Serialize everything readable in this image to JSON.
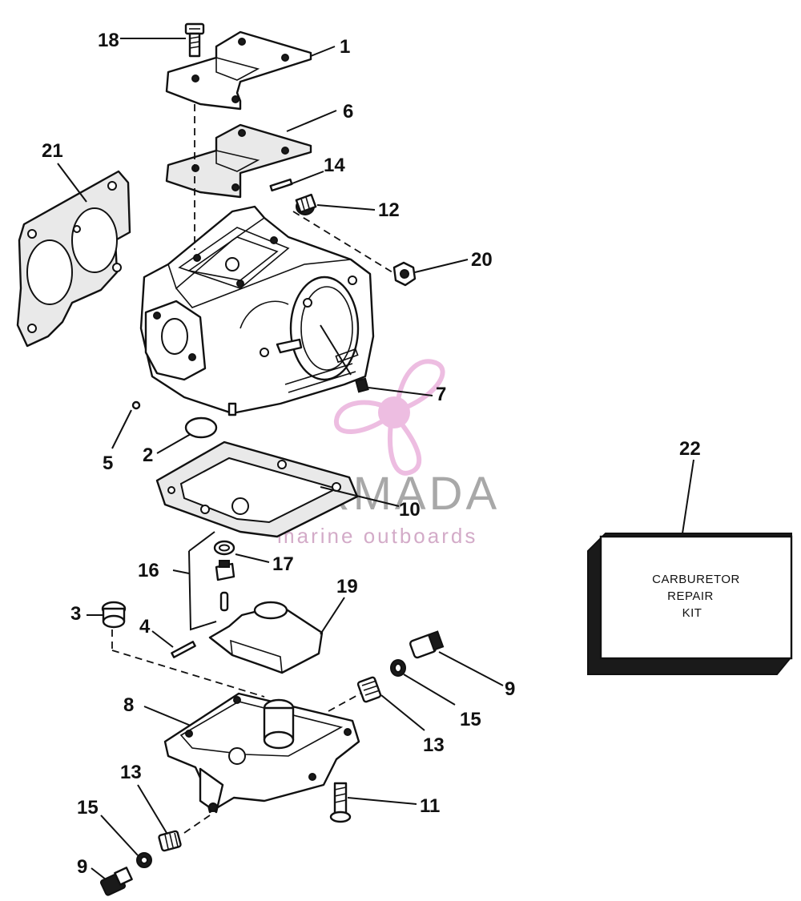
{
  "callouts": [
    "1",
    "2",
    "3",
    "4",
    "5",
    "6",
    "7",
    "8",
    "9",
    "9",
    "10",
    "11",
    "12",
    "13",
    "13",
    "14",
    "15",
    "15",
    "16",
    "17",
    "18",
    "19",
    "20",
    "21",
    "22"
  ],
  "kit_box": {
    "line1": "CARBURETOR",
    "line2": "REPAIR",
    "line3": "KIT"
  },
  "watermark": {
    "brand": "ARMADA",
    "tagline": "marine outboards",
    "color_pink": "#e8a8d8",
    "color_grey": "#8c8c8c"
  }
}
